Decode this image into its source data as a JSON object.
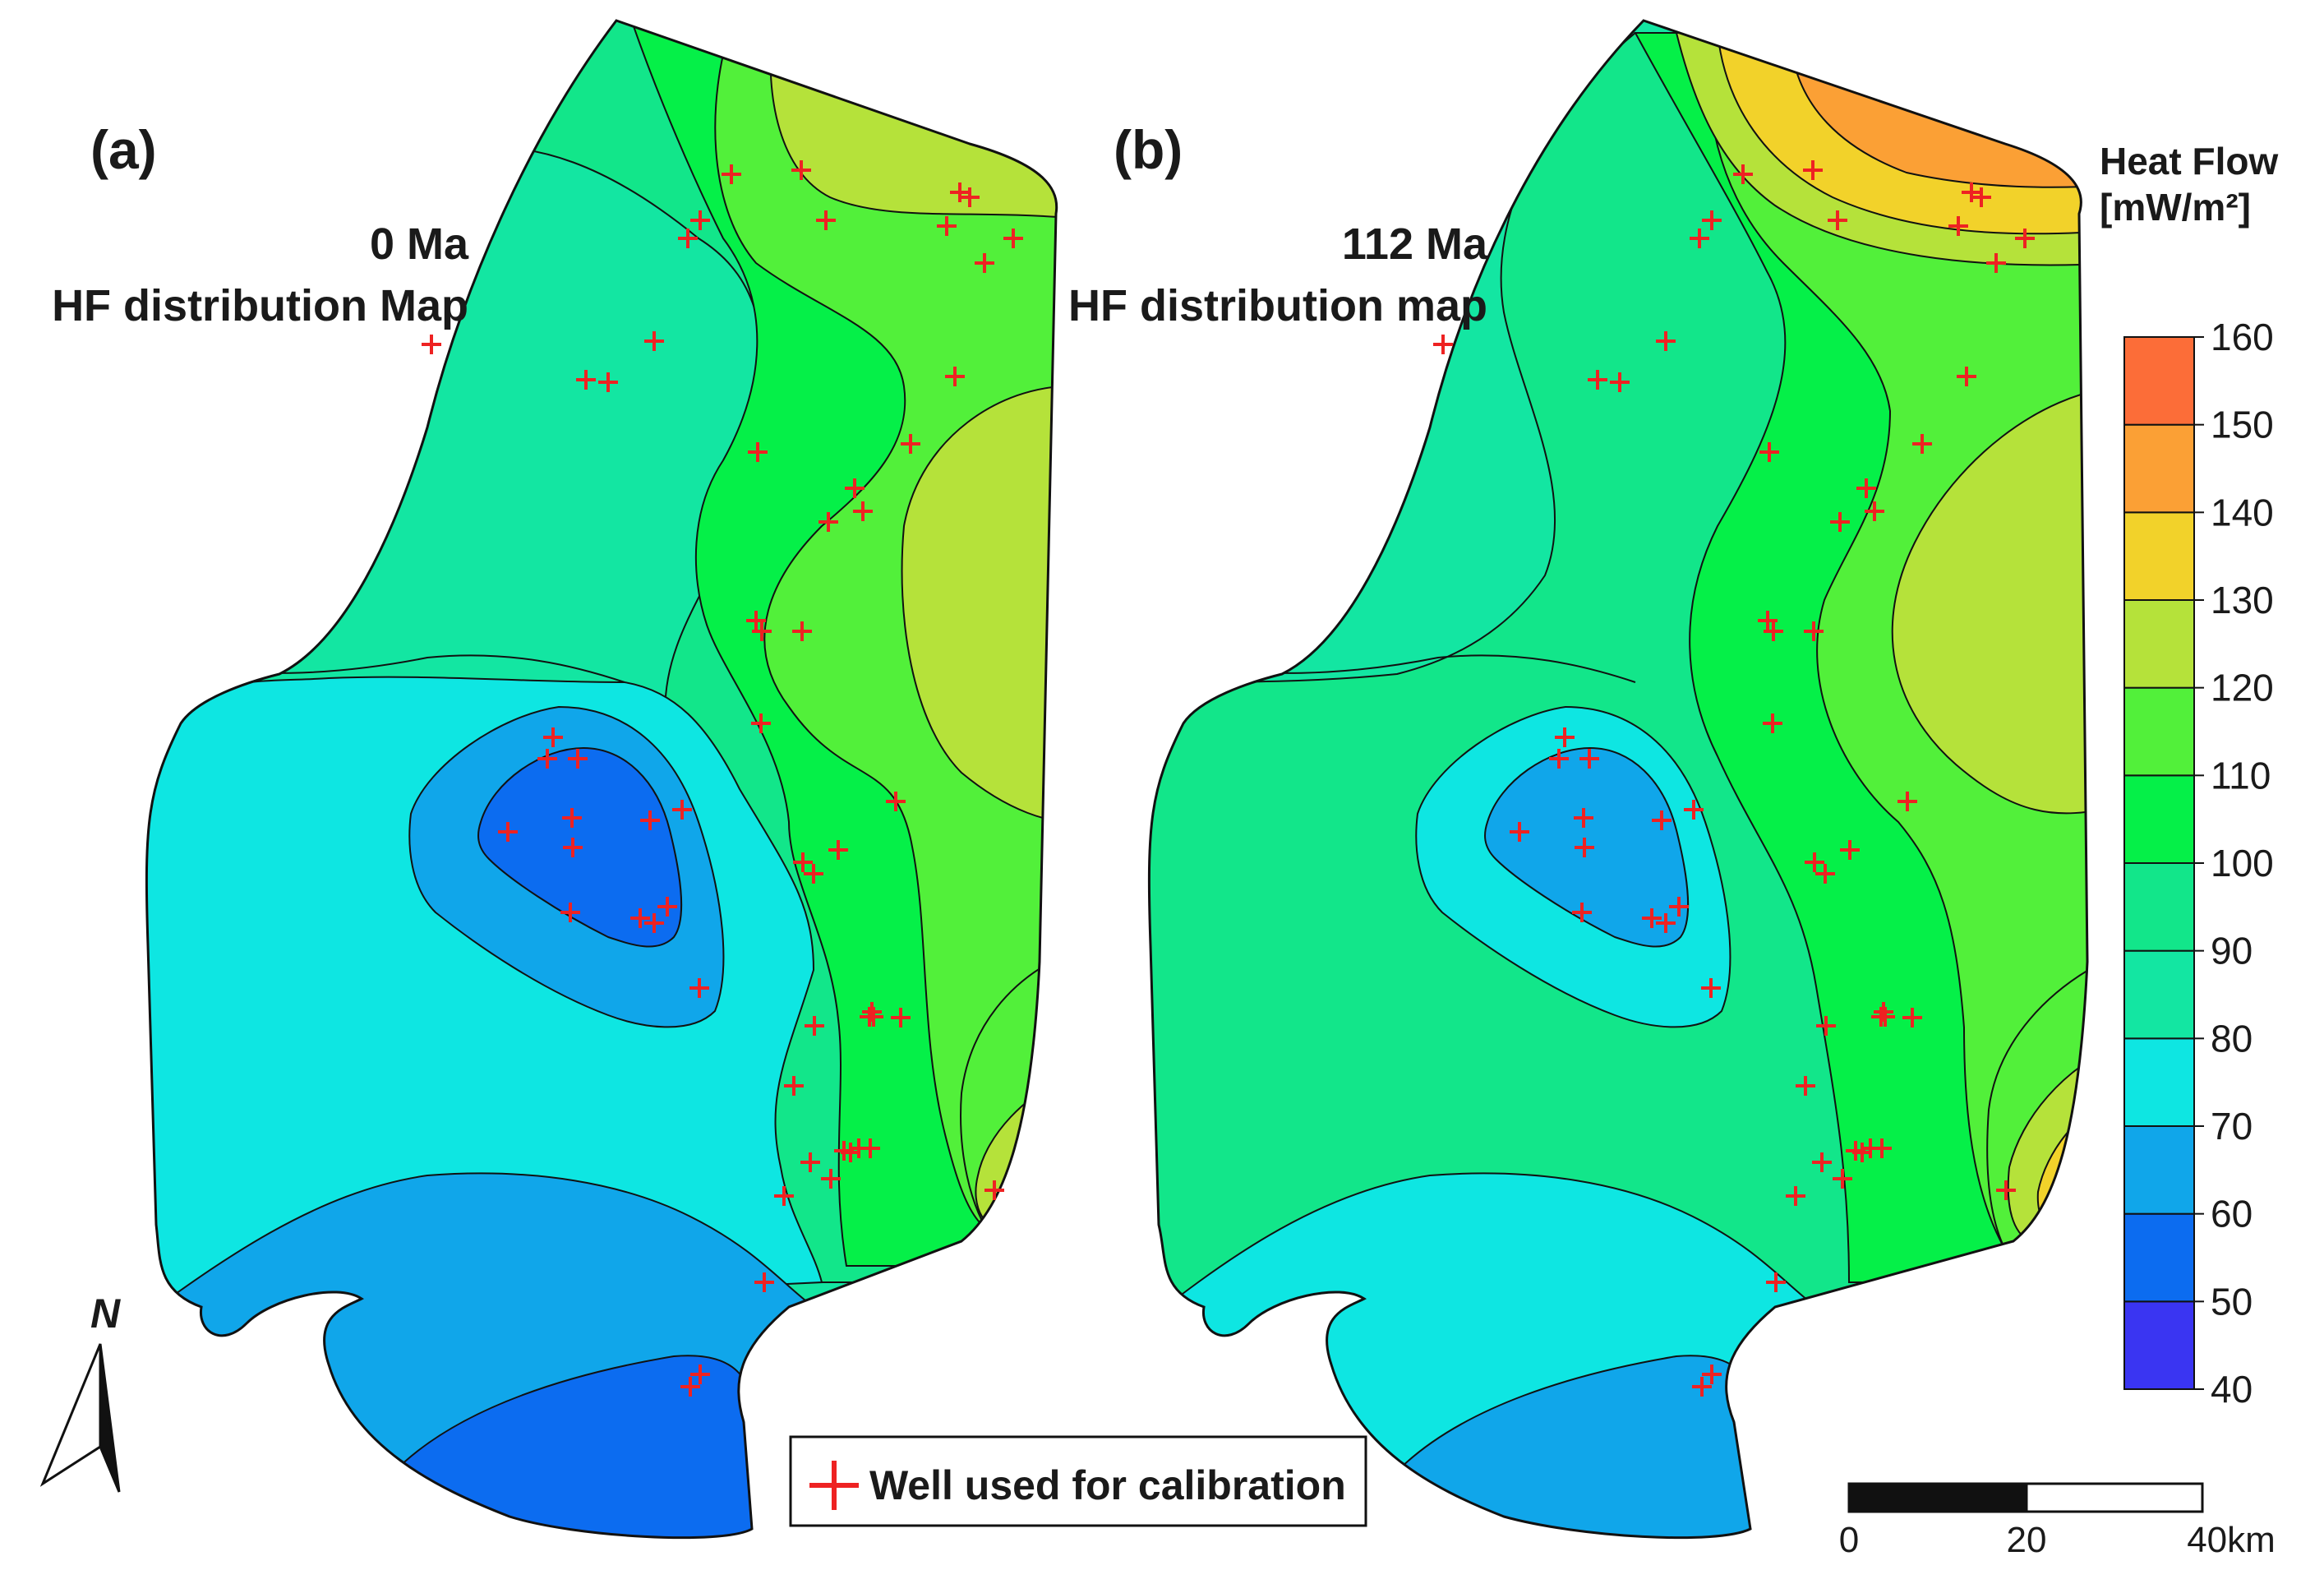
{
  "panels": [
    {
      "id": "a",
      "letter": "(a)",
      "time": "0 Ma",
      "caption": "HF distribution Map"
    },
    {
      "id": "b",
      "letter": "(b)",
      "time": "112 Ma",
      "caption": "HF distribution map"
    }
  ],
  "legend": {
    "title_line1": "Heat Flow",
    "title_line2": "[mW/m²]",
    "ticks": [
      "40",
      "50",
      "60",
      "70",
      "80",
      "90",
      "100",
      "110",
      "120",
      "130",
      "140",
      "150",
      "160"
    ],
    "bins": [
      {
        "range": "40-50",
        "color": "#3a35f2"
      },
      {
        "range": "50-60",
        "color": "#0c6cf0"
      },
      {
        "range": "60-70",
        "color": "#10a6ea"
      },
      {
        "range": "70-80",
        "color": "#0ee6e2"
      },
      {
        "range": "80-90",
        "color": "#13e6a2"
      },
      {
        "range": "90-100",
        "color": "#12e68a"
      },
      {
        "range": "100-110",
        "color": "#05f048"
      },
      {
        "range": "110-120",
        "color": "#52f03a"
      },
      {
        "range": "120-130",
        "color": "#b5e23a"
      },
      {
        "range": "130-140",
        "color": "#f2d22a"
      },
      {
        "range": "140-150",
        "color": "#fba035"
      },
      {
        "range": "150-160",
        "color": "#fc6d38"
      }
    ]
  },
  "well_legend": {
    "label": "Well used for calibration",
    "marker_color": "#ee2222"
  },
  "north_arrow": {
    "label": "N"
  },
  "scale_bar": {
    "labels": [
      "0",
      "20",
      "40km"
    ]
  }
}
